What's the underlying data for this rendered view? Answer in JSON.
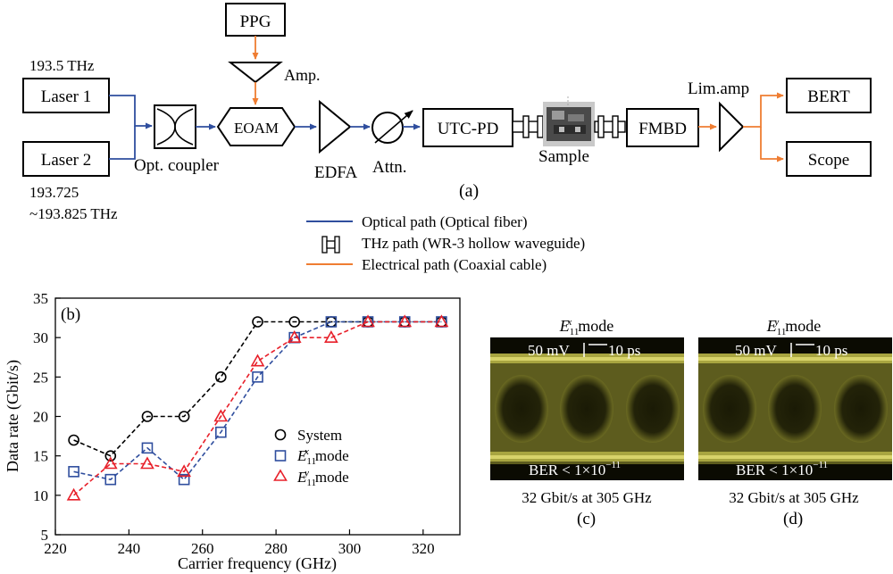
{
  "diagram": {
    "ppg": "PPG",
    "amp": "Amp.",
    "laser1": "Laser 1",
    "laser1_freq": "193.5 THz",
    "laser2": "Laser 2",
    "laser2_freq_line1": "193.725",
    "laser2_freq_line2": "~193.825 THz",
    "coupler": "Opt. coupler",
    "eoam": "EOAM",
    "edfa": "EDFA",
    "attn": "Attn.",
    "utcpd": "UTC-PD",
    "sample": "Sample",
    "fmbd": "FMBD",
    "limamp": "Lim.amp",
    "bert": "BERT",
    "scope": "Scope",
    "label_a": "(a)",
    "legend": {
      "optical": "Optical path (Optical fiber)",
      "thz": "THz path (WR-3 hollow waveguide)",
      "electrical": "Electrical path (Coaxial cable)"
    },
    "colors": {
      "optical": "#2f4e9e",
      "electrical": "#ef7d32"
    }
  },
  "chart_data": {
    "type": "line",
    "panel_label": "(b)",
    "xlabel": "Carrier frequency (GHz)",
    "ylabel": "Data rate (Gbit/s)",
    "xlim": [
      220,
      330
    ],
    "ylim": [
      5,
      35
    ],
    "xticks": [
      220,
      240,
      260,
      280,
      300,
      320
    ],
    "yticks": [
      5,
      10,
      15,
      20,
      25,
      30,
      35
    ],
    "x": [
      225,
      235,
      245,
      255,
      265,
      275,
      285,
      295,
      305,
      315,
      325
    ],
    "series": [
      {
        "name": "System",
        "marker": "circle",
        "color": "#000000",
        "values": [
          17,
          15,
          20,
          20,
          25,
          32,
          32,
          32,
          32,
          32,
          32
        ]
      },
      {
        "name": "mode",
        "symbol": "E",
        "sub": "11",
        "sup": "x",
        "marker": "square",
        "color": "#2f4e9e",
        "values": [
          13,
          12,
          16,
          12,
          18,
          25,
          30,
          32,
          32,
          32,
          32
        ]
      },
      {
        "name": "mode",
        "symbol": "E",
        "sub": "11",
        "sup": "y",
        "marker": "triangle",
        "color": "#e8202a",
        "values": [
          10,
          14,
          14,
          13,
          20,
          27,
          30,
          30,
          32,
          32,
          32
        ]
      }
    ],
    "legend_position": "lower-right",
    "grid": false
  },
  "eyes": [
    {
      "panel": "(c)",
      "mode_symbol": "E",
      "mode_sub": "11",
      "mode_sup": "x",
      "mode_word": "mode",
      "scale": "50 mV",
      "time": "10 ps",
      "ber": "BER < 1×10",
      "ber_exp": "−11",
      "caption": "32 Gbit/s at 305 GHz"
    },
    {
      "panel": "(d)",
      "mode_symbol": "E",
      "mode_sub": "11",
      "mode_sup": "y",
      "mode_word": "mode",
      "scale": "50 mV",
      "time": "10 ps",
      "ber": "BER < 1×10",
      "ber_exp": "−11",
      "caption": "32 Gbit/s at 305 GHz"
    }
  ]
}
